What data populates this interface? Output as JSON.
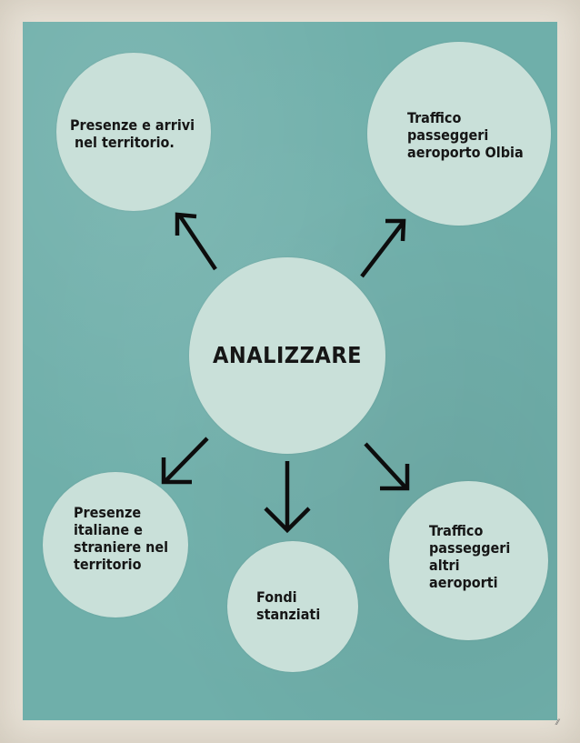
{
  "center": {
    "label": "ANALIZZARE"
  },
  "nodes": [
    {
      "id": "presenze-arrivi",
      "label_lines": [
        "Presenze e arrivi",
        "nel territorio."
      ]
    },
    {
      "id": "traffico-olbia",
      "label_lines": [
        "Traffico",
        "passeggeri",
        "aeroporto Olbia"
      ]
    },
    {
      "id": "presenze-italiane-straniere",
      "label_lines": [
        "Presenze",
        "italiane e",
        "straniere nel",
        "territorio"
      ]
    },
    {
      "id": "fondi-stanziati",
      "label_lines": [
        "Fondi",
        "stanziati"
      ]
    },
    {
      "id": "traffico-altri",
      "label_lines": [
        "Traffico",
        "passeggeri",
        "altri",
        "aeroporti"
      ]
    }
  ],
  "colors": {
    "frame": "#e7e1d6",
    "panel": "#6fafaa",
    "circle": "#c9e0d9",
    "text": "#161616",
    "arrow": "#0d0d0d"
  }
}
